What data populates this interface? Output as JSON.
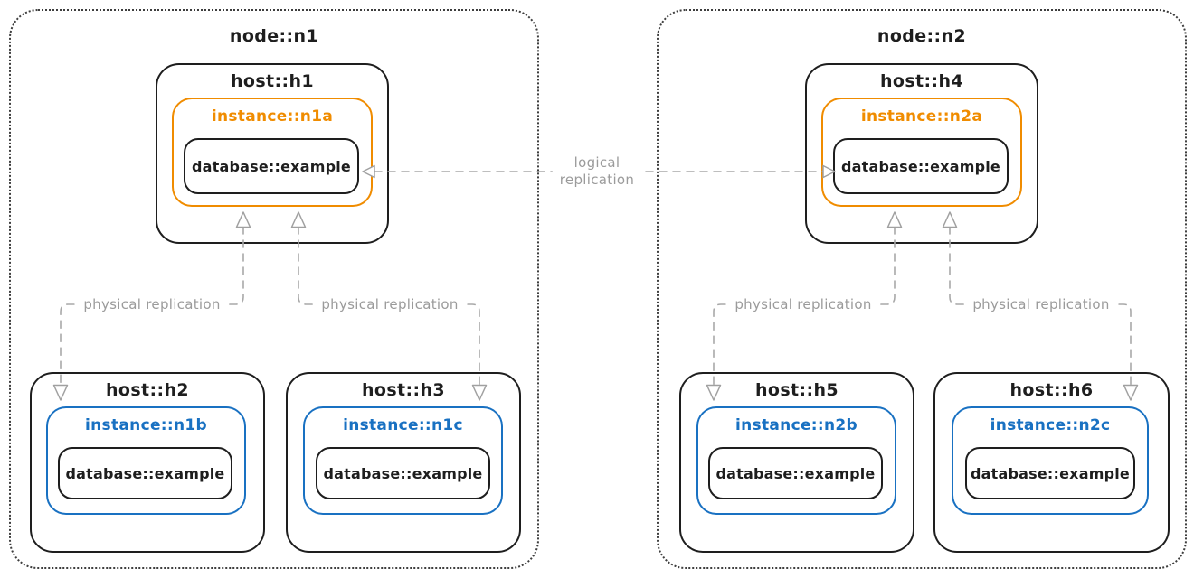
{
  "colors": {
    "primary_instance_orange": "#f08c00",
    "replica_instance_blue": "#1971c2",
    "box_stroke_black": "#1e1e1e",
    "edge_stroke_gray": "#a8a8a8",
    "edge_label_gray": "#9b9b9b"
  },
  "nodes": [
    {
      "title": "node::n1",
      "hosts": [
        {
          "title": "host::h1",
          "instance": {
            "title": "instance::n1a",
            "color": "orange",
            "database": {
              "title": "database::example"
            }
          }
        },
        {
          "title": "host::h2",
          "instance": {
            "title": "instance::n1b",
            "color": "blue",
            "database": {
              "title": "database::example"
            }
          }
        },
        {
          "title": "host::h3",
          "instance": {
            "title": "instance::n1c",
            "color": "blue",
            "database": {
              "title": "database::example"
            }
          }
        }
      ]
    },
    {
      "title": "node::n2",
      "hosts": [
        {
          "title": "host::h4",
          "instance": {
            "title": "instance::n2a",
            "color": "orange",
            "database": {
              "title": "database::example"
            }
          }
        },
        {
          "title": "host::h5",
          "instance": {
            "title": "instance::n2b",
            "color": "blue",
            "database": {
              "title": "database::example"
            }
          }
        },
        {
          "title": "host::h6",
          "instance": {
            "title": "instance::n2c",
            "color": "blue",
            "database": {
              "title": "database::example"
            }
          }
        }
      ]
    }
  ],
  "edges": {
    "logical": {
      "label_line1": "logical",
      "label_line2": "replication"
    },
    "physical": [
      {
        "label": "physical replication"
      },
      {
        "label": "physical replication"
      },
      {
        "label": "physical replication"
      },
      {
        "label": "physical replication"
      }
    ]
  }
}
